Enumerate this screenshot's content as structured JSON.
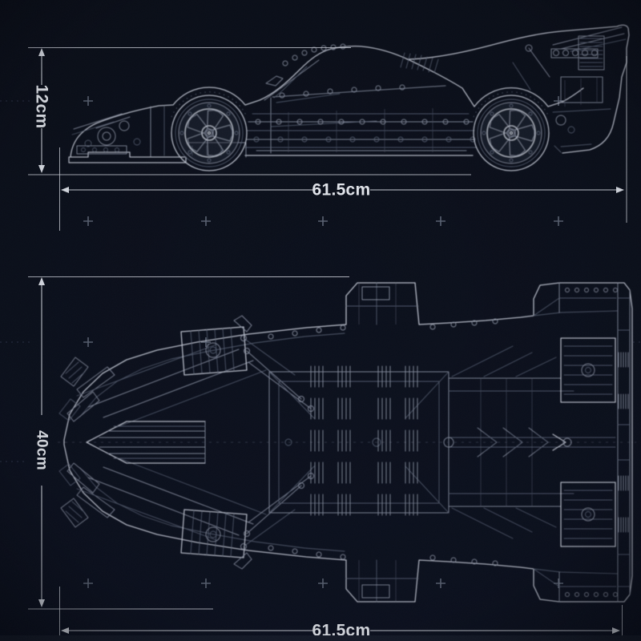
{
  "meta": {
    "description": "Blueprint-style product dimension drawing of a brick-built supercar model, side view and underside view",
    "views_count": 2
  },
  "colors": {
    "background": "#0b0f1a",
    "line_bright": "#c9cfda",
    "line_mid": "#8d94a5",
    "line_dim": "#5a6376",
    "dimension": "#e4e8ef",
    "marker": "#6d7586"
  },
  "side_view": {
    "height_label": "12cm",
    "length_label": "61.5cm"
  },
  "bottom_view": {
    "width_label": "40cm",
    "length_label": "61.5cm"
  },
  "marker_glyph": "+"
}
